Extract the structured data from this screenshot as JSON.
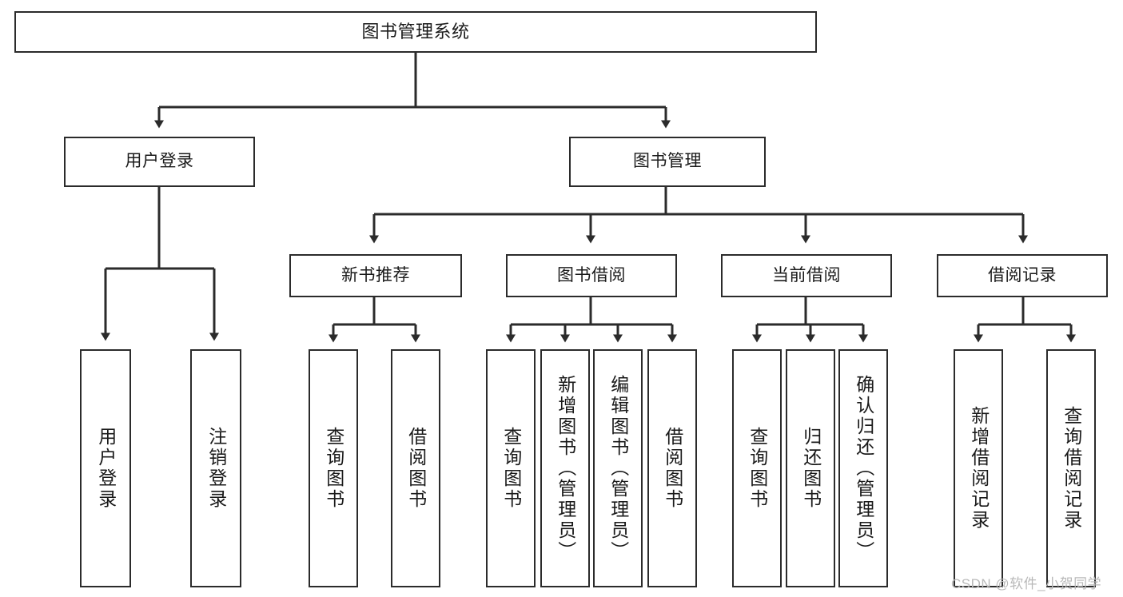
{
  "diagram": {
    "title": "图书管理系统",
    "type": "tree-hierarchy",
    "levels": {
      "level1": [
        "图书管理系统"
      ],
      "level2": [
        "用户登录",
        "图书管理"
      ],
      "level3": [
        "新书推荐",
        "图书借阅",
        "当前借阅",
        "借阅记录"
      ],
      "level4": [
        "用户登录",
        "注销登录",
        "查询图书",
        "借阅图书",
        "查询图书",
        "新增图书（管理员）",
        "编辑图书（管理员）",
        "借阅图书",
        "查询图书",
        "归还图书",
        "确认归还（管理员）",
        "新增借阅记录",
        "查询借阅记录"
      ]
    },
    "nodes": {
      "root": {
        "label": "图书管理系统"
      },
      "user_login": {
        "label": "用户登录"
      },
      "book_manage": {
        "label": "图书管理"
      },
      "new_book_rec": {
        "label": "新书推荐"
      },
      "book_borrow": {
        "label": "图书借阅"
      },
      "current_borrow": {
        "label": "当前借阅"
      },
      "borrow_record": {
        "label": "借阅记录"
      },
      "leaf_user_login": {
        "label": "用户登录"
      },
      "leaf_logout": {
        "label": "注销登录"
      },
      "leaf_query_book_a": {
        "label": "查询图书"
      },
      "leaf_borrow_book_a": {
        "label": "借阅图书"
      },
      "leaf_query_book_b": {
        "label": "查询图书"
      },
      "leaf_add_book": {
        "label": "新增图书（管理员）"
      },
      "leaf_edit_book": {
        "label": "编辑图书（管理员）"
      },
      "leaf_borrow_book_b": {
        "label": "借阅图书"
      },
      "leaf_query_book_c": {
        "label": "查询图书"
      },
      "leaf_return_book": {
        "label": "归还图书"
      },
      "leaf_confirm_return": {
        "label": "确认归还（管理员）"
      },
      "leaf_add_record": {
        "label": "新增借阅记录"
      },
      "leaf_query_record": {
        "label": "查询借阅记录"
      }
    },
    "colors": {
      "border": "#2b2b2b",
      "text": "#1a1a1a",
      "background": "#ffffff",
      "watermark": "#b9b9b9"
    }
  },
  "watermark": {
    "text": "CSDN @软件_小贺同学"
  }
}
